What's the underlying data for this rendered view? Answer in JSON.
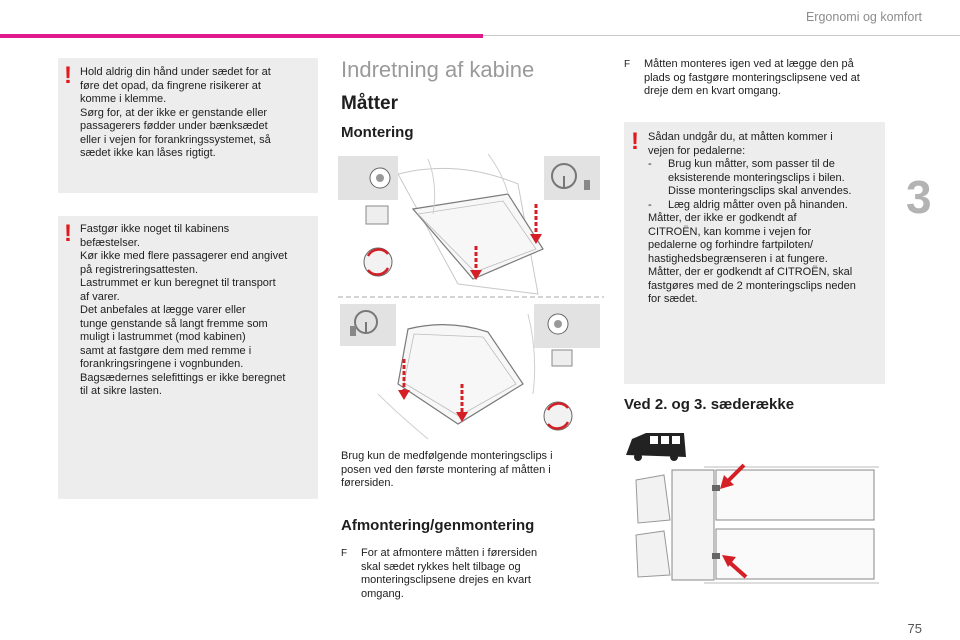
{
  "header": {
    "section_title": "Ergonomi og komfort",
    "chapter_number": "3",
    "page_number": "75"
  },
  "warnings": {
    "mark": "!",
    "w1": {
      "lines": [
        "Hold aldrig din hånd under sædet for at",
        "føre det opad, da fingrene risikerer at",
        "komme i klemme.",
        "Sørg for, at der ikke er genstande eller",
        "passagerers fødder under bænksædet",
        "eller i vejen for forankringssystemet, så",
        "sædet ikke kan låses rigtigt."
      ]
    },
    "w2": {
      "lines": [
        "Fastgør ikke noget til kabinens",
        "befæstelser.",
        "Kør ikke med flere passagerer end angivet",
        "på registreringsattesten.",
        "Lastrummet er kun beregnet til transport",
        "af varer.",
        "Det anbefales at lægge varer eller",
        "tunge genstande så langt fremme som",
        "muligt i lastrummet (mod kabinen)",
        "samt at fastgøre dem med remme i",
        "forankringsringene i vognbunden.",
        "Bagsædernes selefittings er ikke beregnet",
        "til at sikre lasten."
      ]
    },
    "w3": {
      "intro": [
        "Sådan undgår du, at måtten kommer i",
        "vejen for pedalerne:"
      ],
      "items": [
        [
          "Brug kun måtter, som passer til de",
          "eksisterende monteringsclips i bilen.",
          "Disse monteringsclips skal anvendes."
        ],
        [
          "Læg aldrig måtter oven på hinanden."
        ]
      ],
      "dash": "-",
      "outro": [
        "Måtter, der ikke er godkendt af",
        "CITROËN, kan komme i vejen for",
        "pedalerne og forhindre fartpiloten/",
        "hastighedsbegrænseren i at fungere.",
        "Måtter, der er godkendt af CITROËN, skal",
        "fastgøres med de 2 monteringsclips neden",
        "for sædet."
      ]
    }
  },
  "content": {
    "title": "Indretning af kabine",
    "subtitle": "Måtter",
    "montering_heading": "Montering",
    "montering_text": [
      "Brug kun de medfølgende monteringsclips i",
      "posen ved den første montering af måtten i",
      "førersiden."
    ],
    "afmontering_heading": "Afmontering/genmontering",
    "bullet_symbol": "F",
    "afmontering_bullet": [
      "For at afmontere måtten i førersiden",
      "skal sædet rykkes helt tilbage og",
      "monteringsclipsene drejes en kvart",
      "omgang."
    ],
    "right_bullet": [
      "Måtten monteres igen ved at lægge den på",
      "plads og fastgøre monteringsclipsene ved at",
      "dreje dem en kvart omgang."
    ],
    "rows_heading": "Ved 2. og 3. sæderække"
  },
  "colors": {
    "accent": "#e0198c",
    "warning_red": "#e0191d",
    "warn_bg": "#ededed"
  }
}
